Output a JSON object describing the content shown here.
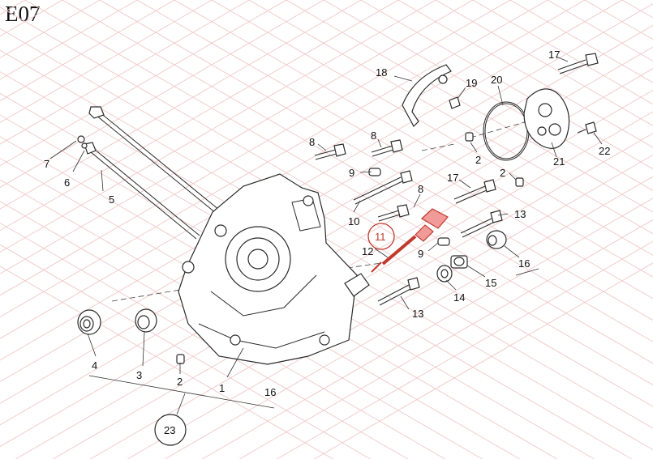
{
  "diagram_id": "E07",
  "highlight_color": "#c0392b",
  "grid_color": "#f0c8c8",
  "highlighted_part": "11",
  "callouts": {
    "c1": "1",
    "c2a": "2",
    "c2b": "2",
    "c2c": "2",
    "c3": "3",
    "c4": "4",
    "c5": "5",
    "c6": "6",
    "c7": "7",
    "c8a": "8",
    "c8b": "8",
    "c8c": "8",
    "c9a": "9",
    "c9b": "9",
    "c10": "10",
    "c11": "11",
    "c12": "12",
    "c13a": "13",
    "c13b": "13",
    "c14": "14",
    "c15": "15",
    "c16a": "16",
    "c16b": "16",
    "c17a": "17",
    "c17b": "17",
    "c18": "18",
    "c19": "19",
    "c20": "20",
    "c21": "21",
    "c22": "22",
    "c23": "23"
  }
}
